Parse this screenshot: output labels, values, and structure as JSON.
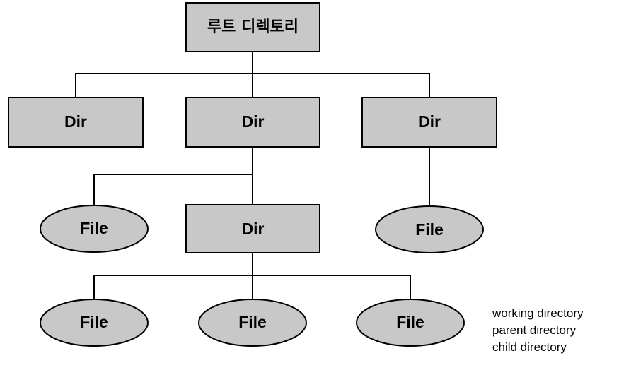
{
  "colors": {
    "fill": "#c8c8c8",
    "stroke": "#000000",
    "line": "#000000"
  },
  "tree": {
    "root_label": "루트 디렉토리",
    "dir_left_label": "Dir",
    "dir_mid_label": "Dir",
    "dir_right_label": "Dir",
    "file_mid_left_label": "File",
    "dir_sub_label": "Dir",
    "file_right_label": "File",
    "file_bottom_1_label": "File",
    "file_bottom_2_label": "File",
    "file_bottom_3_label": "File"
  },
  "legend": {
    "items": [
      "working directory",
      "parent directory",
      "child directory"
    ]
  }
}
